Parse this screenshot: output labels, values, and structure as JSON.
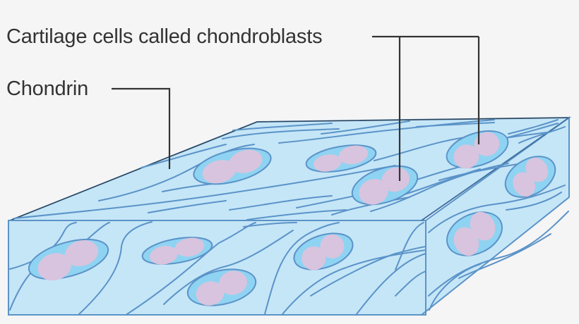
{
  "diagram": {
    "subject": "Hyaline cartilage tissue block",
    "labels": [
      {
        "id": "chondroblasts",
        "text": "Cartilage cells called chondroblasts"
      },
      {
        "id": "chondrin",
        "text": "Chondrin"
      }
    ],
    "colors": {
      "background": "#f5f5f5",
      "matrix_fill": "#c5e6f7",
      "fiber_stroke": "#5b93c8",
      "lacuna_fill": "#8fd3f2",
      "cell_fill": "#d8c4de",
      "edge_stroke": "#5b93c8",
      "leader_stroke": "#333333",
      "text": "#333333"
    },
    "cell_count": 9
  }
}
